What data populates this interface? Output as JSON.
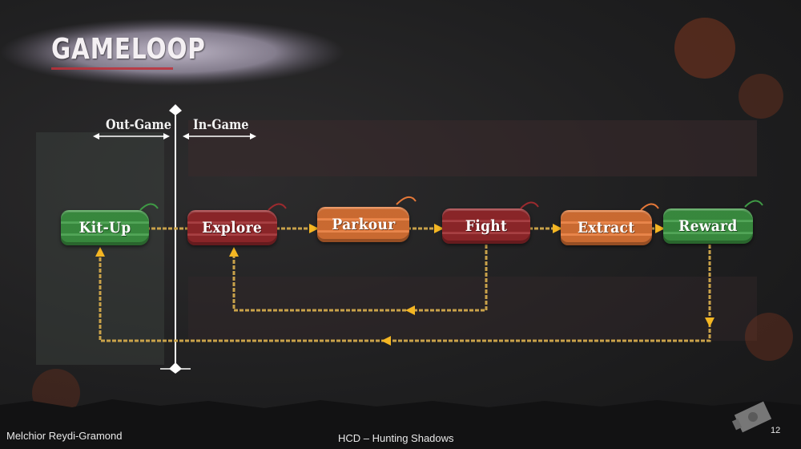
{
  "slide": {
    "title": "GAMELOOP",
    "labels": {
      "out_game": "Out-Game",
      "in_game": "In-Game"
    },
    "nodes": [
      {
        "id": "kitup",
        "label": "Kit-Up",
        "color": "#3f9a45"
      },
      {
        "id": "explore",
        "label": "Explore",
        "color": "#9c2a2e"
      },
      {
        "id": "parkour",
        "label": "Parkour",
        "color": "#e57838"
      },
      {
        "id": "fight",
        "label": "Fight",
        "color": "#9c2a2e"
      },
      {
        "id": "extract",
        "label": "Extract",
        "color": "#e57838"
      },
      {
        "id": "reward",
        "label": "Reward",
        "color": "#3f9a45"
      }
    ],
    "footer": {
      "author": "Melchior Reydi-Gramond",
      "subtitle": "HCD – Hunting Shadows",
      "page_number": "12"
    },
    "colors": {
      "rope": "#c9a24a",
      "arrow": "#f4b623",
      "divider": "#ffffff",
      "title_accent": "#c0303a"
    }
  }
}
